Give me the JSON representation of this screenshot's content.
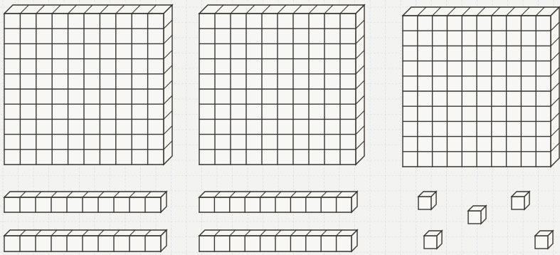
{
  "figure": {
    "kind": "base-ten blocks",
    "colors": {
      "paper": "#f3f3f1",
      "grid": "#b9c7d4",
      "ink": "#3a3630"
    },
    "hundreds_flats": {
      "count": 3,
      "cells_per_side": 10
    },
    "tens_rods": {
      "count": 4,
      "cubes_per_rod": 10
    },
    "ones_cubes": {
      "count": 5
    }
  }
}
